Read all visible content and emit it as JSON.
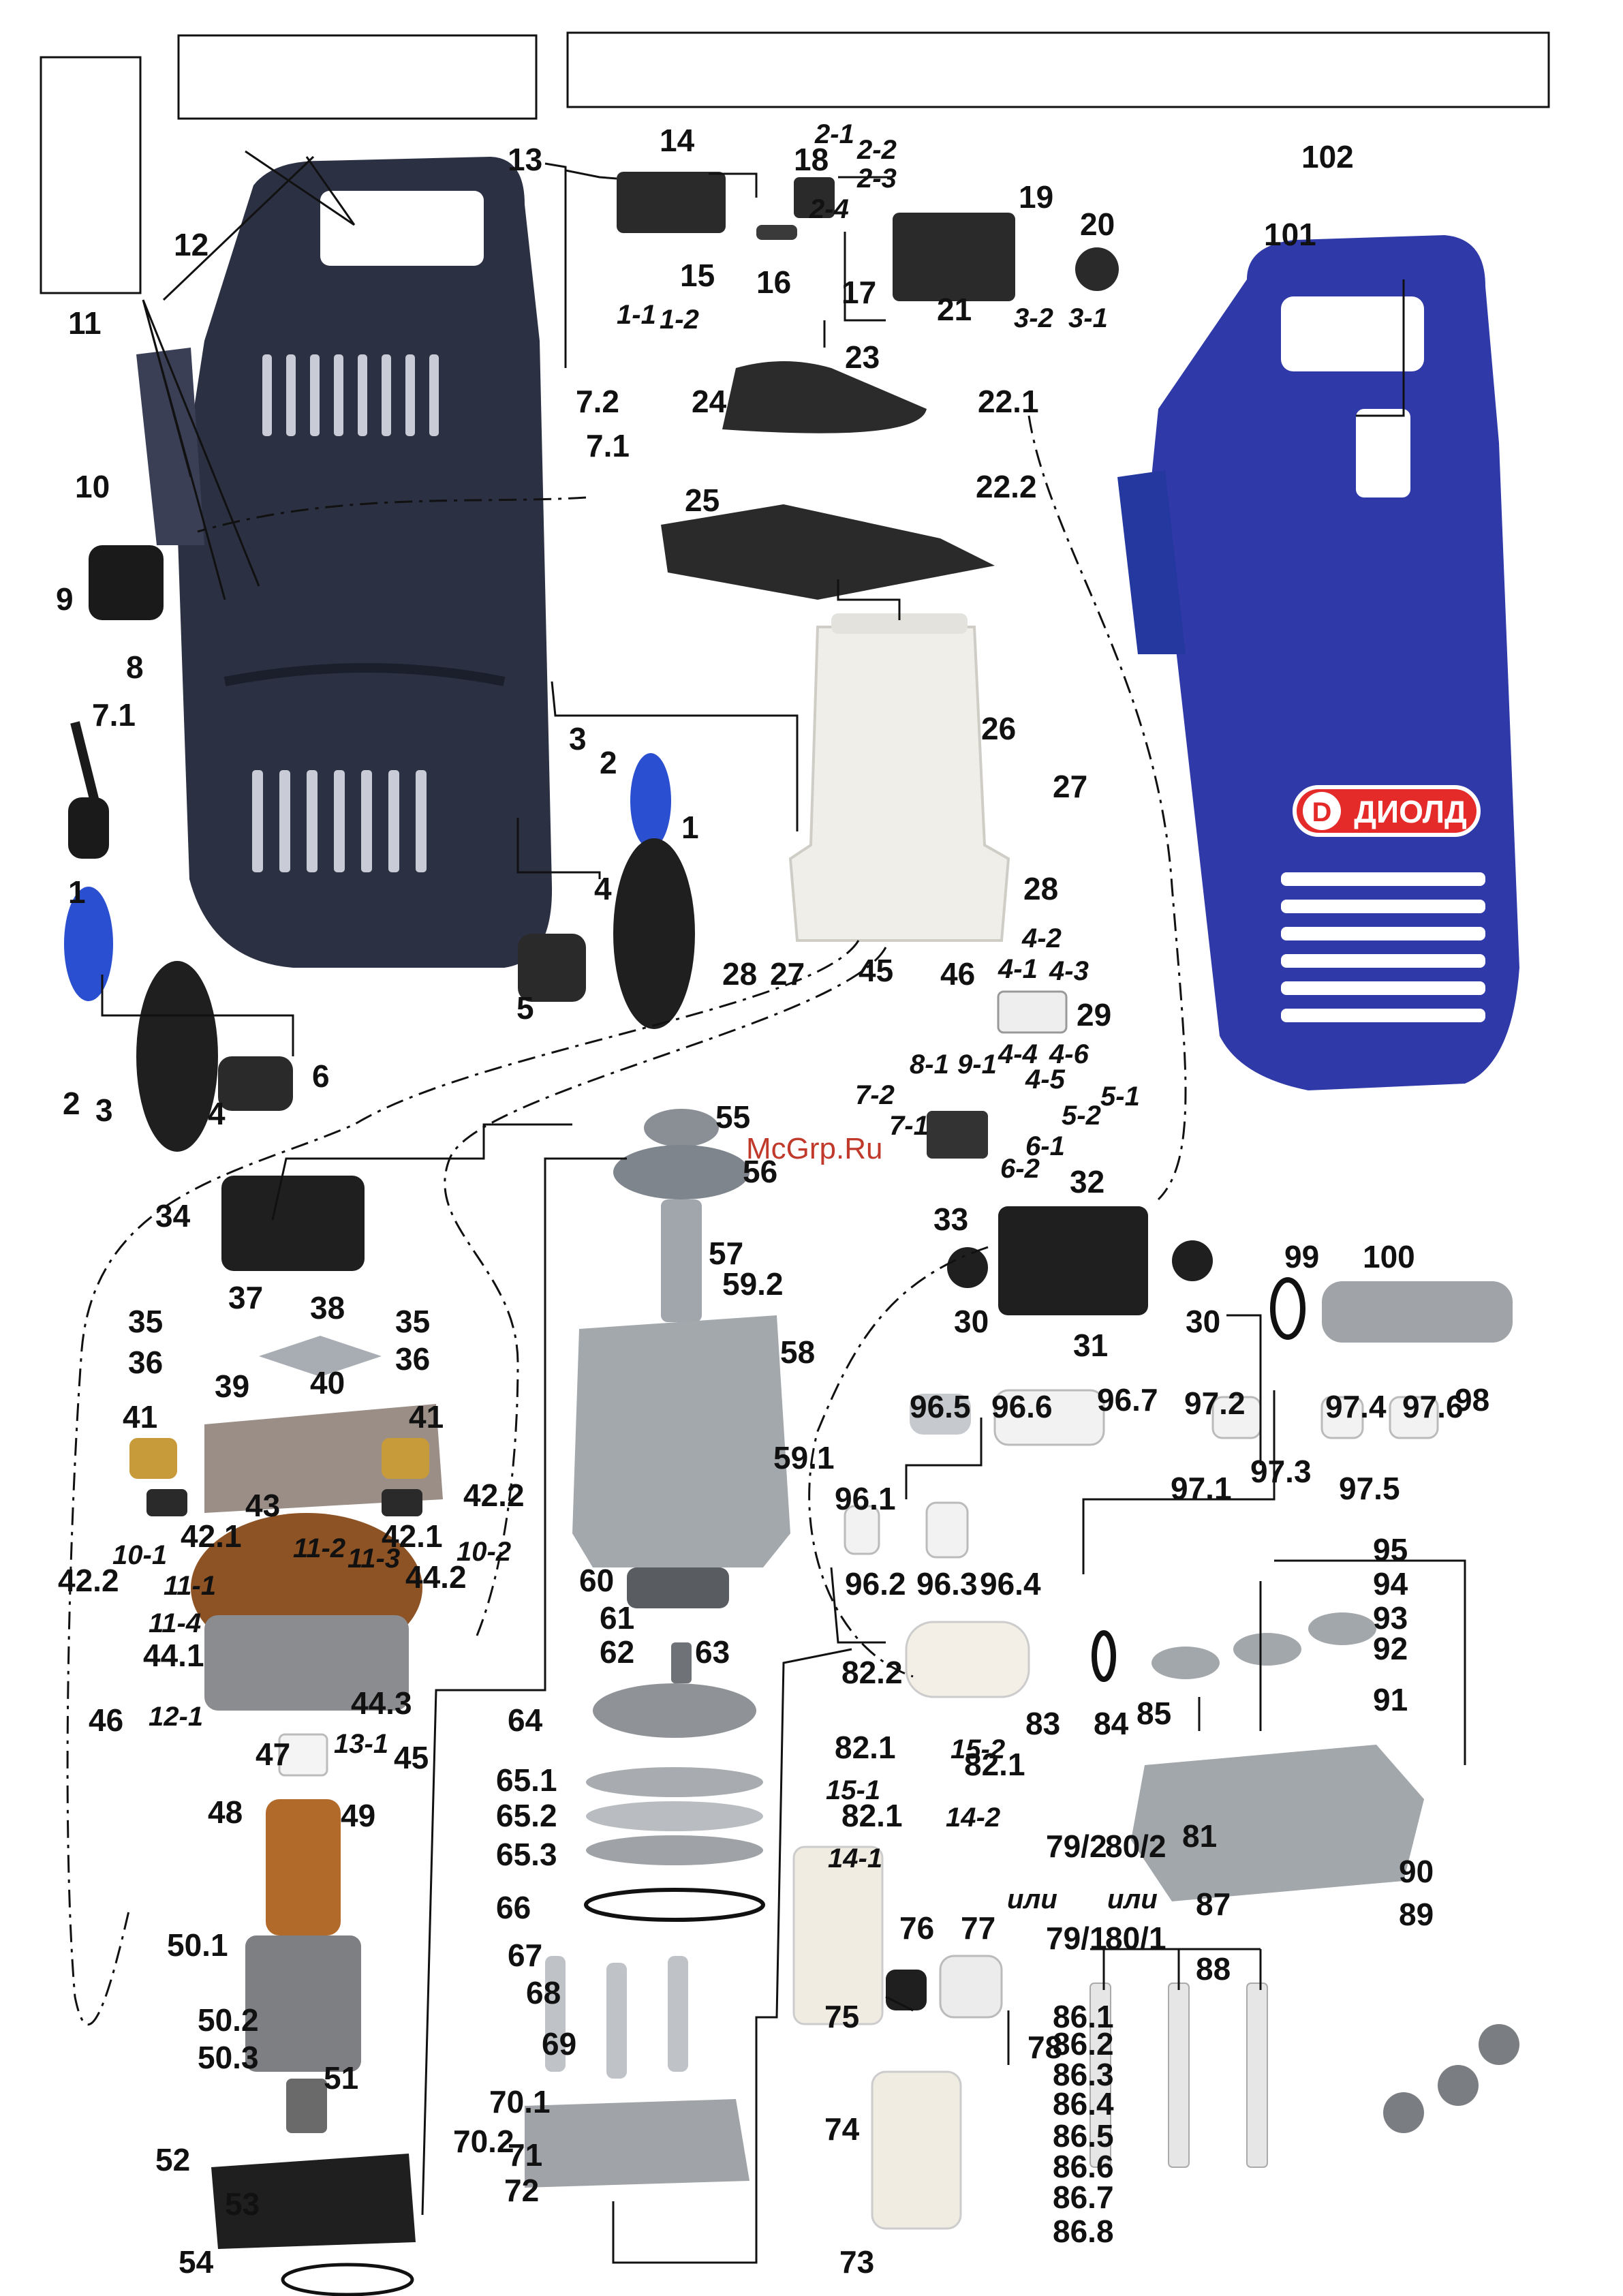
{
  "brand": {
    "logo_text": "ДИОЛД",
    "logo_letter": "D",
    "color": "#e52a2a"
  },
  "watermark": "McGrp.Ru",
  "colors": {
    "housing_dark": "#2c3043",
    "housing_blue": "#2e3f9e",
    "cover_blue": "#2f3aa8",
    "metal": "#9da3a8",
    "copper": "#b26a2b"
  },
  "part_labels": [
    "1",
    "2",
    "3",
    "4",
    "5",
    "6",
    "7.1",
    "7.2",
    "8",
    "9",
    "10",
    "11",
    "12",
    "13",
    "14",
    "15",
    "16",
    "17",
    "18",
    "19",
    "20",
    "21",
    "22.1",
    "22.2",
    "23",
    "24",
    "25",
    "26",
    "27",
    "28",
    "29",
    "30",
    "31",
    "32",
    "33",
    "34",
    "35",
    "36",
    "37",
    "38",
    "39",
    "40",
    "41",
    "42.1",
    "42.2",
    "43",
    "44.1",
    "44.2",
    "44.3",
    "45",
    "46",
    "47",
    "48",
    "49",
    "50.1",
    "50.2",
    "50.3",
    "51",
    "52",
    "53",
    "54",
    "55",
    "56",
    "57",
    "58",
    "59.1",
    "59.2",
    "60",
    "61",
    "62",
    "63",
    "64",
    "65.1",
    "65.2",
    "65.3",
    "66",
    "67",
    "68",
    "69",
    "70.1",
    "70.2",
    "71",
    "72",
    "73",
    "74",
    "75",
    "76",
    "77",
    "78",
    "79/1",
    "79/2",
    "80/1",
    "80/2",
    "81",
    "82.1",
    "82.2",
    "83",
    "84",
    "85",
    "86.1",
    "86.2",
    "86.3",
    "86.4",
    "86.5",
    "86.6",
    "86.7",
    "86.8",
    "87",
    "88",
    "89",
    "90",
    "91",
    "92",
    "93",
    "94",
    "95",
    "96.1",
    "96.2",
    "96.3",
    "96.4",
    "96.5",
    "96.6",
    "96.7",
    "97.1",
    "97.2",
    "97.3",
    "97.4",
    "97.5",
    "97.6",
    "98",
    "99",
    "100",
    "101",
    "102"
  ],
  "wire_labels": [
    "1-1",
    "1-2",
    "2-1",
    "2-2",
    "2-3",
    "2-4",
    "3-1",
    "3-2",
    "4-1",
    "4-2",
    "4-3",
    "4-4",
    "4-5",
    "4-6",
    "5-1",
    "5-2",
    "6-1",
    "6-2",
    "7-1",
    "7-2",
    "8-1",
    "9-1",
    "10-1",
    "10-2",
    "11-1",
    "11-2",
    "11-3",
    "11-4",
    "12-1",
    "13-1",
    "14-1",
    "14-2",
    "15-1",
    "15-2"
  ],
  "alternative_word": "или"
}
